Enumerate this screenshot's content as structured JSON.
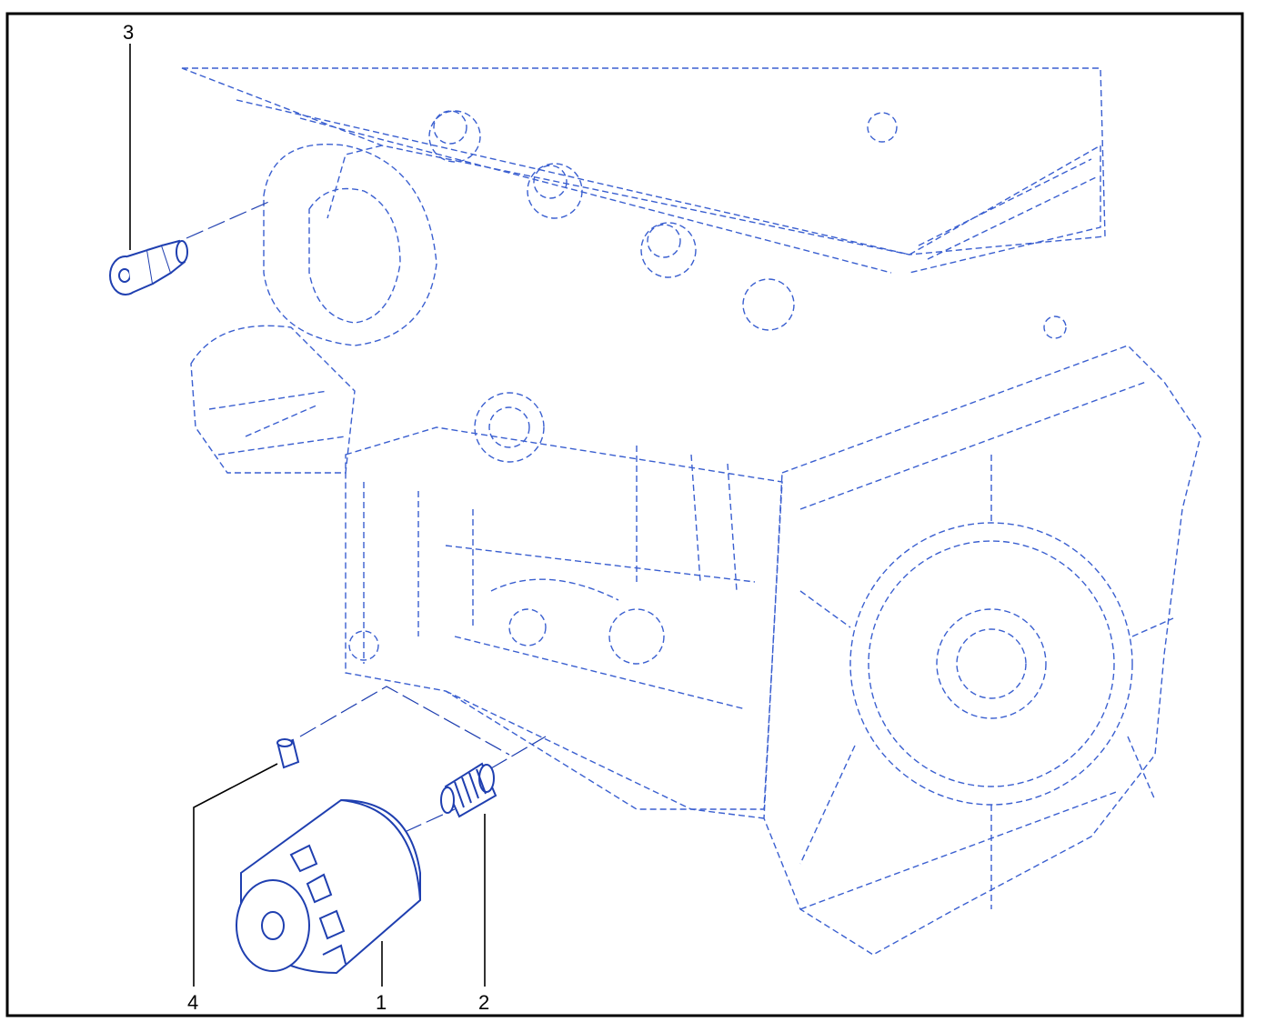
{
  "diagram": {
    "callouts": [
      {
        "id": "1",
        "label": "1"
      },
      {
        "id": "2",
        "label": "2"
      },
      {
        "id": "3",
        "label": "3"
      },
      {
        "id": "4",
        "label": "4"
      }
    ],
    "colors": {
      "line": "#1f3fb0",
      "ghost": "#3a5fd0",
      "border": "#000000",
      "background": "#ffffff"
    }
  }
}
